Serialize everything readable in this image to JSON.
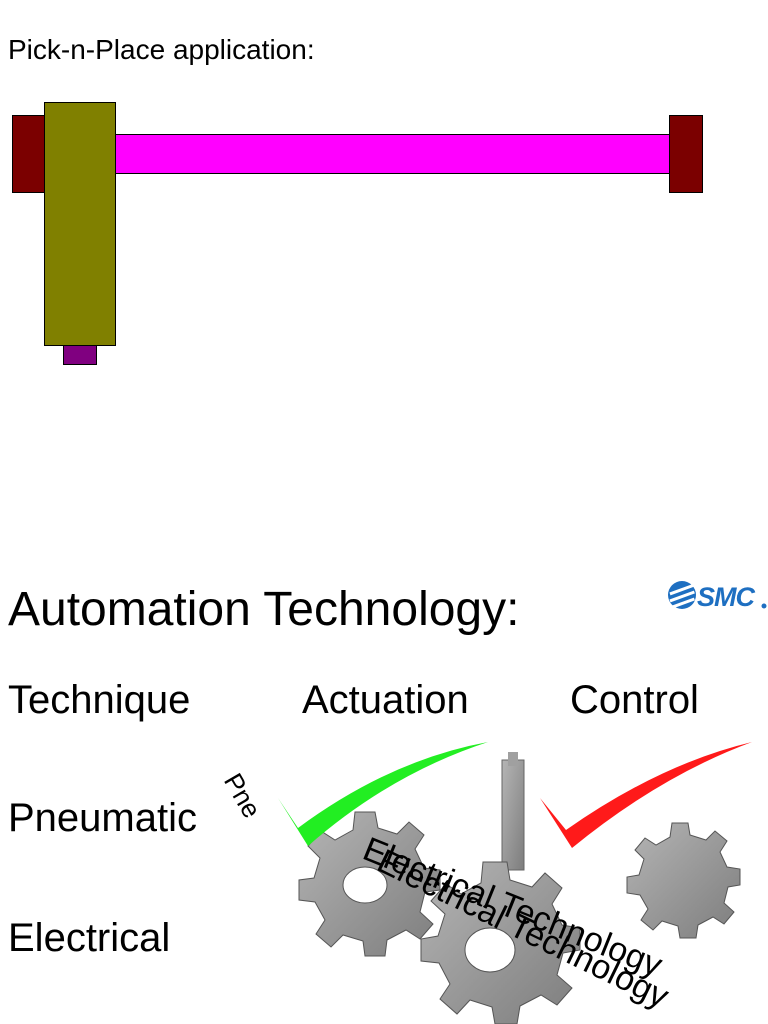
{
  "top_caption": "Pick-n-Place application:",
  "mechanism": {
    "colors": {
      "end_stop": "#7b0000",
      "carriage": "#808000",
      "rail": "#ff00ff",
      "gripper": "#800080",
      "outline": "#000000"
    }
  },
  "logo": {
    "text": "SMC",
    "color": "#1e6fc1"
  },
  "slide": {
    "title": "Automation Technology:",
    "columns": [
      "Technique",
      "Actuation",
      "Control"
    ],
    "rows": [
      "Pneumatic",
      "Electrical"
    ],
    "checks": [
      {
        "row": "Pneumatic",
        "column": "Actuation",
        "color": "#22ee22"
      },
      {
        "row": "Pneumatic",
        "column": "Control",
        "color": "#ff1a1a"
      }
    ],
    "overlay_text": [
      "Electrical Technology",
      "Electrical Technology",
      "Pne"
    ]
  },
  "gears": {
    "color": "#9a9a9a"
  }
}
